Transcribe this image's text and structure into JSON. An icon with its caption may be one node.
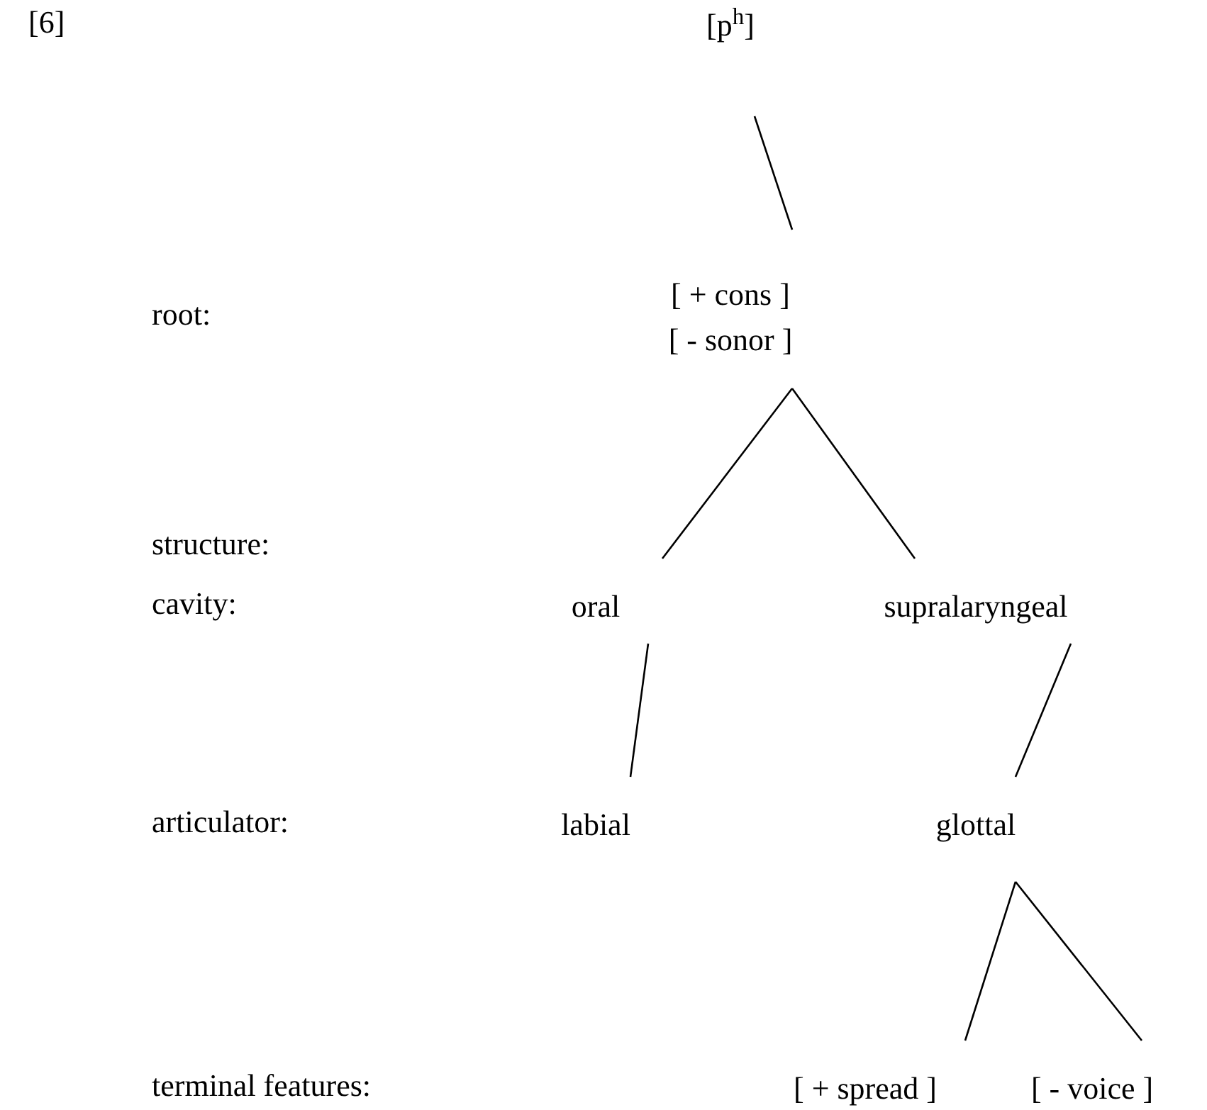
{
  "diagram": {
    "nodes": [
      {
        "text": [
          "[p$^{h}$]"
        ]
      },
      {
        "text": [
          "[ + cons ]",
          "[ - sonor ]"
        ]
      },
      {
        "text": [
          "oral"
        ]
      },
      {
        "text": [
          "supralaryngeal"
        ]
      },
      {
        "text": [
          "labial"
        ]
      },
      {
        "text": [
          "glottal"
        ]
      },
      {
        "text": [
          "[ + spread ]"
        ]
      },
      {
        "text": [
          "[ - voice ]"
        ]
      }
    ],
    "edges": [
      {
        "from": 0,
        "to": 1,
        "arrow": "none"
      },
      {
        "from": 1,
        "to": 2,
        "arrow": "none"
      },
      {
        "from": 1,
        "to": 3,
        "arrow": "none"
      },
      {
        "from": 2,
        "to": 4,
        "arrow": "none"
      },
      {
        "from": 3,
        "to": 5,
        "arrow": "none"
      },
      {
        "from": 5,
        "to": 6,
        "arrow": "none"
      },
      {
        "from": 5,
        "to": 7,
        "arrow": "none"
      }
    ],
    "labels": [
      "[6]",
      "root:",
      "structure:",
      "cavity:",
      "articulator:",
      "terminal features:"
    ]
  }
}
